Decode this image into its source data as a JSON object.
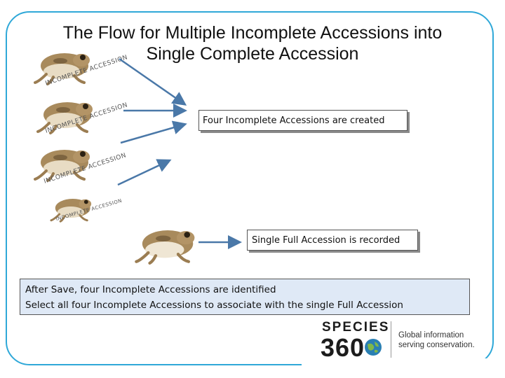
{
  "title": {
    "line1": "The Flow for Multiple Incomplete Accessions into",
    "line2": "Single Complete Accession"
  },
  "stamps": [
    "INCOMPLETE ACCESSION",
    "INCOMPLETE ACCESSION",
    "INCOMPLETE ACCESSION",
    "INCOMPLETE ACCESSION"
  ],
  "boxes": {
    "incomplete_created": "Four Incomplete Accessions are created",
    "full_recorded": "Single Full Accession is recorded"
  },
  "note": {
    "line1": "After Save, four Incomplete Accessions are identified",
    "line2": "Select all four Incomplete Accessions to associate with the single Full Accession"
  },
  "logo": {
    "wordmark": "SPECIES",
    "number": "360",
    "tagline_line1": "Global information",
    "tagline_line2": "serving conservation."
  },
  "colors": {
    "frame": "#2fa8d8",
    "arrow": "#4a78a8",
    "note_fill": "#dfe9f6"
  },
  "icons": [
    "frog-image",
    "globe-icon"
  ]
}
